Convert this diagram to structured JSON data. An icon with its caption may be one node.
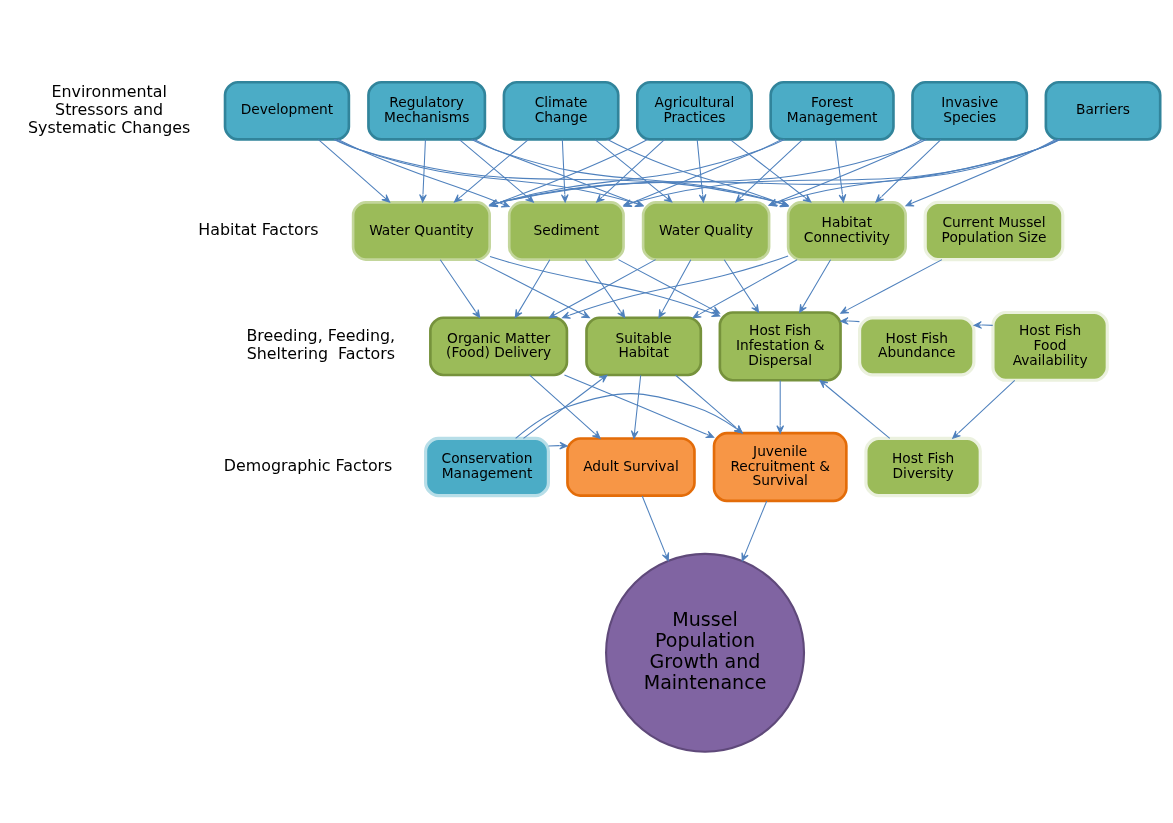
{
  "diagram": {
    "nodes": [
      {
        "text": [
          "Development"
        ]
      },
      {
        "text": [
          "Regulatory Mechanisms"
        ]
      },
      {
        "text": [
          "Climate Change"
        ]
      },
      {
        "text": [
          "Agricultural Practices"
        ]
      },
      {
        "text": [
          "Forest Management"
        ]
      },
      {
        "text": [
          "Invasive Species"
        ]
      },
      {
        "text": [
          "Barriers"
        ]
      },
      {
        "text": [
          "Water Quantity"
        ]
      },
      {
        "text": [
          "Sediment"
        ]
      },
      {
        "text": [
          "Water Quality"
        ]
      },
      {
        "text": [
          "Habitat Connectivity"
        ]
      },
      {
        "text": [
          "Organic Matter (Food) Delivery"
        ]
      },
      {
        "text": [
          "Suitable Habitat"
        ]
      },
      {
        "text": [
          "Host Fish Infestation & Dispersal"
        ]
      },
      {
        "text": [
          "Host Fish Abundance"
        ]
      },
      {
        "text": [
          "Host Fish Food Availability"
        ]
      },
      {
        "text": [
          "Host Fish Diversity"
        ]
      },
      {
        "text": [
          "Conservation Management"
        ]
      },
      {
        "text": [
          "Adult Survival"
        ]
      },
      {
        "text": [
          "Juvenile Recruitment & Survival"
        ]
      },
      {
        "text": [
          "Current Mussel Population Size"
        ]
      },
      {
        "text": [
          "Mussel Population Growth and Maintenance"
        ]
      }
    ],
    "edges": [
      {
        "from": 0,
        "to": 7,
        "arrow": "to"
      },
      {
        "from": 0,
        "to": 8,
        "arrow": "to"
      },
      {
        "from": 0,
        "to": 9,
        "arrow": "to"
      },
      {
        "from": 0,
        "to": 10,
        "arrow": "to"
      },
      {
        "from": 1,
        "to": 7,
        "arrow": "to"
      },
      {
        "from": 1,
        "to": 8,
        "arrow": "to"
      },
      {
        "from": 1,
        "to": 9,
        "arrow": "to"
      },
      {
        "from": 1,
        "to": 10,
        "arrow": "to"
      },
      {
        "from": 2,
        "to": 7,
        "arrow": "to"
      },
      {
        "from": 2,
        "to": 8,
        "arrow": "to"
      },
      {
        "from": 2,
        "to": 9,
        "arrow": "to"
      },
      {
        "from": 2,
        "to": 10,
        "arrow": "to"
      },
      {
        "from": 3,
        "to": 7,
        "arrow": "to"
      },
      {
        "from": 3,
        "to": 8,
        "arrow": "to"
      },
      {
        "from": 3,
        "to": 9,
        "arrow": "to"
      },
      {
        "from": 3,
        "to": 10,
        "arrow": "to"
      },
      {
        "from": 4,
        "to": 7,
        "arrow": "to"
      },
      {
        "from": 4,
        "to": 8,
        "arrow": "to"
      },
      {
        "from": 4,
        "to": 9,
        "arrow": "to"
      },
      {
        "from": 4,
        "to": 10,
        "arrow": "to"
      },
      {
        "from": 5,
        "to": 7,
        "arrow": "to"
      },
      {
        "from": 5,
        "to": 9,
        "arrow": "to"
      },
      {
        "from": 5,
        "to": 10,
        "arrow": "to"
      },
      {
        "from": 6,
        "to": 7,
        "arrow": "to"
      },
      {
        "from": 6,
        "to": 8,
        "arrow": "to"
      },
      {
        "from": 6,
        "to": 9,
        "arrow": "to"
      },
      {
        "from": 6,
        "to": 10,
        "arrow": "to"
      },
      {
        "from": 7,
        "to": 11,
        "arrow": "to"
      },
      {
        "from": 7,
        "to": 12,
        "arrow": "to"
      },
      {
        "from": 7,
        "to": 13,
        "arrow": "to"
      },
      {
        "from": 8,
        "to": 11,
        "arrow": "to"
      },
      {
        "from": 8,
        "to": 12,
        "arrow": "to"
      },
      {
        "from": 8,
        "to": 13,
        "arrow": "to"
      },
      {
        "from": 9,
        "to": 11,
        "arrow": "to"
      },
      {
        "from": 9,
        "to": 12,
        "arrow": "to"
      },
      {
        "from": 9,
        "to": 13,
        "arrow": "to"
      },
      {
        "from": 10,
        "to": 11,
        "arrow": "to"
      },
      {
        "from": 10,
        "to": 12,
        "arrow": "to"
      },
      {
        "from": 10,
        "to": 13,
        "arrow": "to"
      },
      {
        "from": 14,
        "to": 13,
        "arrow": "to"
      },
      {
        "from": 15,
        "to": 14,
        "arrow": "to"
      },
      {
        "from": 15,
        "to": 16,
        "arrow": "to"
      },
      {
        "from": 16,
        "to": 13,
        "arrow": "to"
      },
      {
        "from": 20,
        "to": 13,
        "arrow": "to"
      },
      {
        "from": 11,
        "to": 18,
        "arrow": "to"
      },
      {
        "from": 11,
        "to": 19,
        "arrow": "to"
      },
      {
        "from": 12,
        "to": 18,
        "arrow": "to"
      },
      {
        "from": 12,
        "to": 19,
        "arrow": "to"
      },
      {
        "from": 13,
        "to": 19,
        "arrow": "to"
      },
      {
        "from": 17,
        "to": 12,
        "arrow": "to"
      },
      {
        "from": 17,
        "to": 18,
        "arrow": "to"
      },
      {
        "from": 17,
        "to": 19,
        "arrow": "to"
      },
      {
        "from": 18,
        "to": 21,
        "arrow": "to"
      },
      {
        "from": 19,
        "to": 21,
        "arrow": "to"
      }
    ],
    "labels": [
      "Environmental Stressors and Systematic Changes",
      "Habitat Factors",
      "Breeding, Feeding, Sheltering  Factors",
      "Demographic Factors"
    ]
  }
}
